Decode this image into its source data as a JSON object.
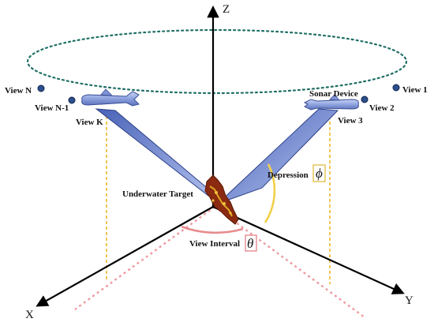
{
  "axes": {
    "z": "Z",
    "x": "X",
    "y": "Y"
  },
  "views": {
    "view_n": "View N",
    "view_n_minus_1": "View N-1",
    "view_k": "View K",
    "view_1": "View 1",
    "view_2": "View 2",
    "view_3": "View 3"
  },
  "labels": {
    "sonar_device": "Sonar Device",
    "underwater_target": "Underwater Target",
    "depression": "Depression",
    "view_interval": "View Interval"
  },
  "symbols": {
    "phi": "ϕ",
    "theta": "θ"
  },
  "colors": {
    "orbit": "#1f6f66",
    "view_dot": "#2d4f8c",
    "beam": "#6f88d4",
    "projection": "#f0c040",
    "depression_arc": "#f1d04a",
    "interval_arc": "#e78c8f",
    "ground_dotted": "#ef9aa0",
    "axes": "#000000",
    "vehicle": "#7f95d8",
    "target": "#8a2a10"
  },
  "icons": {
    "vehicle": "auv-vehicle-icon",
    "target": "underwater-target-icon"
  }
}
